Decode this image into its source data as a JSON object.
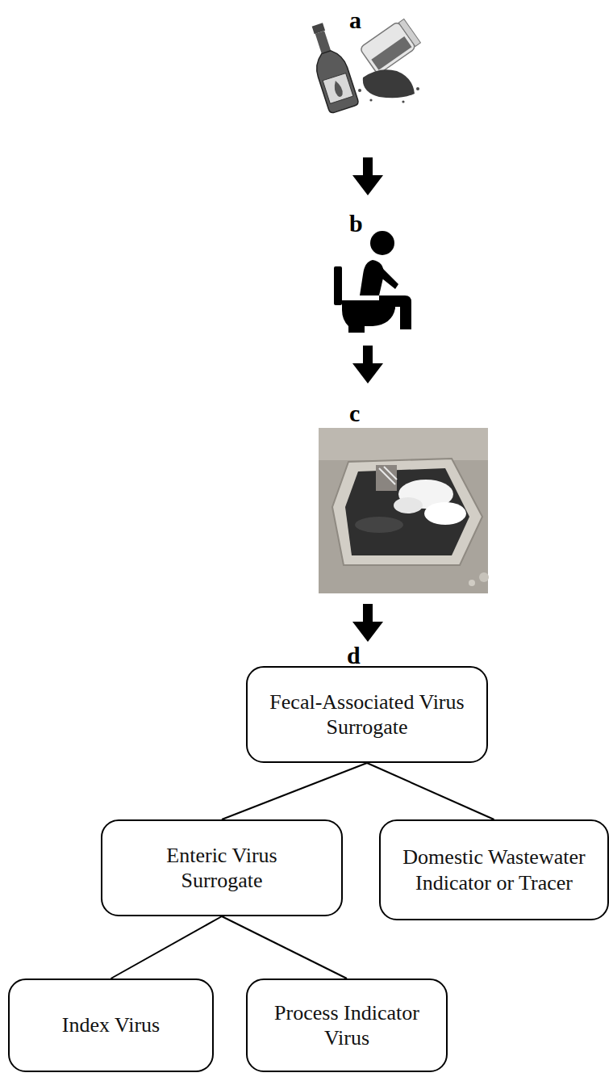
{
  "diagram": {
    "nodes": [
      {
        "text": [
          "Fecal-Associated Virus Surrogate"
        ]
      },
      {
        "text": [
          "Enteric Virus Surrogate"
        ]
      },
      {
        "text": [
          "Domestic Wastewater Indicator or Tracer"
        ]
      },
      {
        "text": [
          "Index Virus"
        ]
      },
      {
        "text": [
          "Process Indicator Virus"
        ]
      }
    ],
    "edges": [
      {
        "from": 0,
        "to": 1,
        "arrow": "none"
      },
      {
        "from": 0,
        "to": 2,
        "arrow": "none"
      },
      {
        "from": 1,
        "to": 3,
        "arrow": "none"
      },
      {
        "from": 1,
        "to": 4,
        "arrow": "none"
      }
    ],
    "labels": [
      "a",
      "b",
      "c",
      "d"
    ]
  }
}
